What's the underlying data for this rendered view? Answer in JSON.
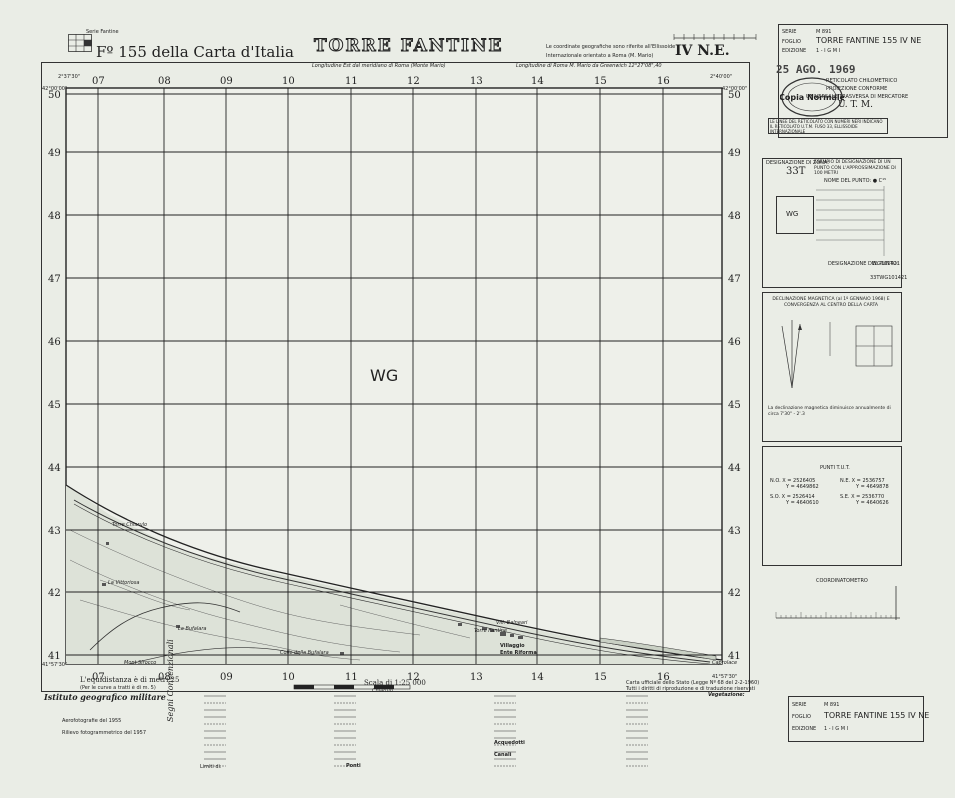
{
  "header": {
    "index_label": "Serie Fantine",
    "sheet_number": "Fº 155 della Carta d'Italia",
    "title": "TORRE FANTINE",
    "ellipsoid_note_1": "Le coordinate geografiche sono riferite all'Ellissoide",
    "ellipsoid_note_2": "Internazionale orientato a Roma (M. Mario)",
    "quadrant": "IV N.E.",
    "longitude_top": "Longitudine Est dal meridiano di Roma (Monte Mario)",
    "longitude_greenwich": "Longitudine di Roma M. Mario da Greenwich 12°27'08\",40"
  },
  "right_panel": {
    "serie_label": "SERIE",
    "serie_value": "M 891",
    "foglio_label": "FOGLIO",
    "foglio_value": "TORRE FANTINE 155 IV NE",
    "edizione_label": "EDIZIONE",
    "edizione_value": "1 - I G M I",
    "date_stamp": "25 AGO. 1969",
    "stamp_text": "Copia Normale",
    "reticolato_1": "RETICOLATO CHILOMETRICO",
    "reticolato_2": "PROIEZIONE CONFORME",
    "reticolato_3": "UNIVERSALE TRASVERSA DI MERCATORE",
    "reticolato_4": "U. T. M.",
    "nota": "LE LINEE DEL RETICOLATO CON NUMERI NERI INDICANO IL RETICOLATO U.T.M. FUSO 33, ELLISSOIDE INTERNAZIONALE",
    "zona_label": "DESIGNAZIONE DI ZONA:",
    "zona_value": "33T",
    "esempio_title": "ESEMPIO DI DESIGNAZIONE DI UN PUNTO CON L'APPROSSIMAZIONE DI 100 METRI",
    "nome_punto": "NOME DEL PUNTO: ● C¹⁵",
    "grid_square": "WG",
    "designazione": "DESIGNAZIONE DEL PUNTO:",
    "des_value": "WG101421",
    "des_full": "33TWG101421",
    "declinazione_title": "DECLINAZIONE MAGNETICA (al 1º GENNAIO 1968) E CONVERGENZA AL CENTRO DELLA CARTA",
    "declinazione_note": "La declinazione magnetica diminuisce annualmente di circa 7'30\" - 2'.3",
    "punti_title": "PUNTI T.U.T.",
    "coord_rows": [
      {
        "label": "N.O.",
        "x": "X = 2526405",
        "y": "Y = 4649862"
      },
      {
        "label": "N.E.",
        "x": "X = 2536757",
        "y": "Y = 4649878"
      },
      {
        "label": "S.O.",
        "x": "X = 2526414",
        "y": "Y = 4640610"
      },
      {
        "label": "S.E.",
        "x": "X = 2536770",
        "y": "Y = 4640626"
      }
    ],
    "coordinatometro": "COORDINATOMETRO"
  },
  "map": {
    "grid_letters": "WG",
    "col_labels": [
      "07",
      "08",
      "09",
      "10",
      "11",
      "12",
      "13",
      "14",
      "15",
      "16"
    ],
    "row_labels": [
      "50",
      "49",
      "48",
      "47",
      "46",
      "45",
      "44",
      "43",
      "42",
      "41"
    ],
    "corner_nw": "2°37'30\"",
    "corner_ne": "2°40'00\"",
    "lat_top": "42°00'00\"",
    "lat_bottom": "41°57'30\"",
    "place_names": [
      "Torre Chiarulo",
      "La Vittoriosa",
      "La Bufalara",
      "Colle della Bufalara",
      "Mont Sirocco",
      "Vill. Balneari",
      "Torre Fantine",
      "Villaggio",
      "Ente Riforma",
      "Chiarulo",
      "Caprolace"
    ]
  },
  "footer": {
    "equidistanza": "L'equidistanza è di metri 25",
    "equidistanza_sub": "(Per le curve a tratti è di m. 5)",
    "scala": "Scala di 1:25 000",
    "istituto": "Istituto geografico militare",
    "aerofoto": "Aerofotografie del 1955",
    "rilievo": "Rilievo fotogrammetrico del 1957",
    "segni": "Segni Convenzionali",
    "limiti": "Limiti di:",
    "acquedotti": "Acquedotti",
    "canali": "Canali",
    "ponti": "Ponti",
    "vegetazione": "Vegetazione:",
    "carta_ufficiale": "Carta ufficiale dello Stato (Legge Nº 68 del 2-2-1960)",
    "diritti": "Tutti i diritti di riproduzione e di traduzione riservati"
  },
  "bottom_right": {
    "serie_label": "SERIE",
    "serie_value": "M 891",
    "foglio_label": "FOGLIO",
    "foglio_value": "TORRE FANTINE 155 IV NE",
    "edizione_label": "EDIZIONE",
    "edizione_value": "1 - I G M I"
  },
  "colors": {
    "paper": "#eaede6",
    "ink": "#222222",
    "grid": "#333333"
  }
}
